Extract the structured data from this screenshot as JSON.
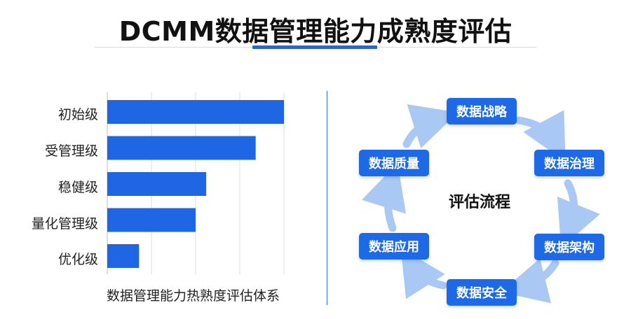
{
  "title": "DCMM数据管理能力成熟度评估",
  "colors": {
    "accent": "#1f66e5",
    "bar": "#1f66e5",
    "arrow": "#a9c8f3"
  },
  "chart_data": {
    "type": "bar",
    "orientation": "horizontal",
    "categories": [
      "初始级",
      "受管理级",
      "稳健级",
      "量化管理级",
      "优化级"
    ],
    "values": [
      5,
      4.2,
      2.8,
      2.5,
      0.9
    ],
    "xlim": [
      0,
      5
    ],
    "grid": true,
    "xlabel": "数据管理能力热熟度评估体系"
  },
  "cycle": {
    "center": "评估流程",
    "nodes": [
      "数据战略",
      "数据治理",
      "数据架构",
      "数据安全",
      "数据应用",
      "数据质量"
    ]
  }
}
